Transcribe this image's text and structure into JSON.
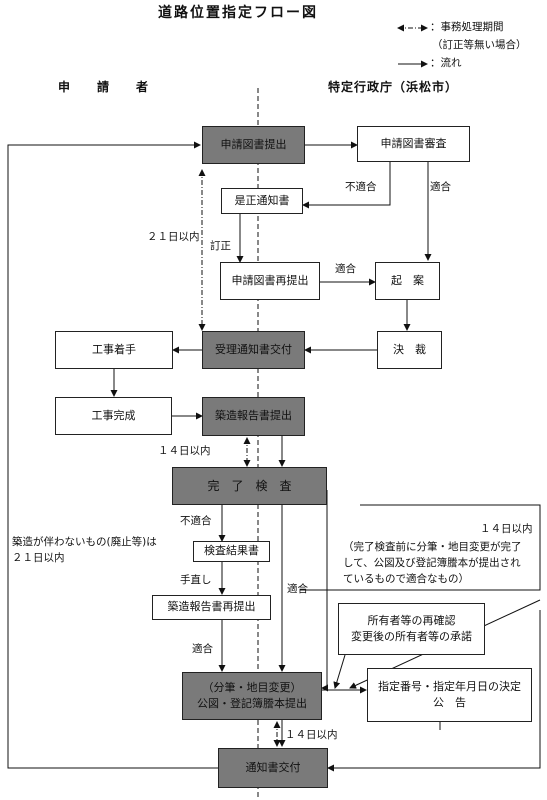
{
  "title": "道路位置指定フロー図",
  "legend": {
    "period_label": "：事務処理期間",
    "period_note": "（訂正等無い場合）",
    "flow_label": "：流れ"
  },
  "headers": {
    "applicant": "申　　請　　者",
    "authority": "特定行政庁（浜松市）"
  },
  "boxes": {
    "submit_docs": "申請図書提出",
    "review_docs": "申請図書審査",
    "correction_notice": "是正通知書",
    "resubmit_docs": "申請図書再提出",
    "draft": "起　案",
    "approve": "決　裁",
    "receipt_notice": "受理通知書交付",
    "start_work": "工事着手",
    "complete_work": "工事完成",
    "construction_report": "築造報告書提出",
    "final_inspection": "完　了　検　査",
    "inspection_result": "検査結果書",
    "report_resubmit": "築造報告書再提出",
    "map_submit_line1": "（分筆・地目変更）",
    "map_submit_line2": "公図・登記簿謄本提出",
    "designation_line1": "指定番号・指定年月日の決定",
    "designation_line2": "公　告",
    "owner_check_line1": "所有者等の再確認",
    "owner_check_line2": "変更後の所有者等の承諾",
    "notice_delivery": "通知書交付"
  },
  "labels": {
    "unsuitable1": "不適合",
    "suitable1": "適合",
    "within21": "２１日以内",
    "correction": "訂正",
    "suitable2": "適合",
    "within14a": "１４日以内",
    "unsuitable2": "不適合",
    "no_construction_line1": "築造が伴わないもの(廃止等)は",
    "no_construction_line2": "２１日以内",
    "redo": "手直し",
    "suitable3": "適合",
    "suitable4": "適合",
    "within14b": "１４日以内",
    "note_line1": "（完了検査前に分筆・地目変更が完了",
    "note_line2": "して、公図及び登記簿謄本が提出され",
    "note_line3": "ているもので適合なもの）",
    "within14c": "１４日以内"
  }
}
